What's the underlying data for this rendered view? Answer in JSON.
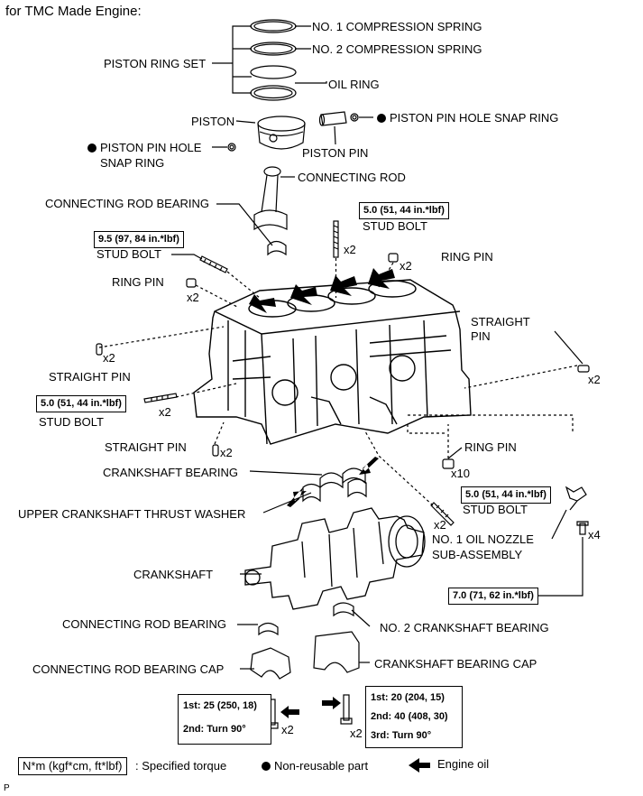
{
  "header": "for TMC Made Engine:",
  "labels": {
    "comp1": "NO. 1 COMPRESSION SPRING",
    "comp2": "NO. 2 COMPRESSION SPRING",
    "ring_set": "PISTON RING SET",
    "oil_ring": "OIL RING",
    "piston": "PISTON",
    "pin_snap_right": "PISTON PIN HOLE SNAP RING",
    "pin_snap_left_1": "PISTON PIN HOLE",
    "pin_snap_left_2": "SNAP RING",
    "piston_pin": "PISTON PIN",
    "conn_rod": "CONNECTING ROD",
    "conn_rod_bearing_top": "CONNECTING ROD BEARING",
    "stud_bolt_a": "STUD BOLT",
    "stud_bolt_b": "STUD BOLT",
    "stud_bolt_c": "STUD BOLT",
    "stud_bolt_d": "STUD BOLT",
    "ring_pin_a": "RING PIN",
    "ring_pin_b": "RING PIN",
    "ring_pin_c": "RING PIN",
    "straight_pin_right_1": "STRAIGHT",
    "straight_pin_right_2": "PIN",
    "straight_pin_left": "STRAIGHT PIN",
    "straight_pin_bottom": "STRAIGHT PIN",
    "crank_bearing": "CRANKSHAFT BEARING",
    "thrust_washer": "UPPER CRANKSHAFT THRUST WASHER",
    "oil_nozzle_1": "NO. 1 OIL NOZZLE",
    "oil_nozzle_2": "SUB-ASSEMBLY",
    "crankshaft": "CRANKSHAFT",
    "conn_rod_bearing_bottom": "CONNECTING ROD BEARING",
    "no2_crank_bearing": "NO. 2 CRANKSHAFT BEARING",
    "conn_rod_cap": "CONNECTING ROD BEARING CAP",
    "crank_cap": "CRANKSHAFT BEARING CAP"
  },
  "qty": {
    "ring_pin_top": "x2",
    "stud_top": "x2",
    "ring_pin_left": "x2",
    "straight_left": "x2",
    "straight_right": "x2",
    "stud_left": "x2",
    "straight_bottom": "x2",
    "ring_pin_x10": "x10",
    "stud_nozzle": "x2",
    "nozzle_bolt": "x4",
    "rod_cap_bolt": "x2",
    "crank_cap_bolt": "x2"
  },
  "torques": {
    "stud_top": "5.0 (51, 44 in.*lbf)",
    "stud_upper_left": "9.5 (97, 84 in.*lbf)",
    "stud_left": "5.0 (51, 44 in.*lbf)",
    "stud_nozzle": "5.0 (51, 44 in.*lbf)",
    "nozzle_bolt": "7.0 (71, 62 in.*lbf)",
    "rod_cap_1": "1st: 25 (250, 18)",
    "rod_cap_2": "2nd: Turn 90°",
    "crank_cap_1": "1st: 20 (204, 15)",
    "crank_cap_2": "2nd: 40 (408, 30)",
    "crank_cap_3": "3rd: Turn 90°"
  },
  "legend": {
    "torque_unit": "N*m (kgf*cm, ft*lbf)",
    "torque_text": ": Specified torque",
    "non_reusable": "Non-reusable part",
    "engine_oil": "Engine oil"
  },
  "footer_code": "P"
}
